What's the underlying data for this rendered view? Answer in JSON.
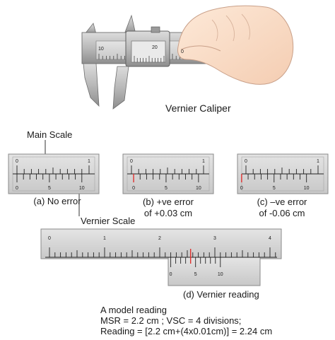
{
  "caliper": {
    "title": "Vernier Caliper",
    "scale_numbers": [
      "10",
      "20",
      "0"
    ]
  },
  "labels": {
    "main_scale": "Main Scale",
    "vernier_scale": "Vernier Scale"
  },
  "panels": [
    {
      "id": "a",
      "caption_lines": [
        "(a) No error"
      ],
      "main_numbers": [
        "0",
        "1"
      ],
      "vernier_numbers": [
        "0",
        "5",
        "10"
      ],
      "vernier_zero_offset_cm": 0.0,
      "zero_marker_color": ""
    },
    {
      "id": "b",
      "caption_lines": [
        "(b) +ve error",
        "of +0.03 cm"
      ],
      "main_numbers": [
        "0",
        "1"
      ],
      "vernier_numbers": [
        "0",
        "5",
        "10"
      ],
      "vernier_zero_offset_cm": 0.03,
      "zero_marker_color": "#e0302e"
    },
    {
      "id": "c",
      "caption_lines": [
        "(c) –ve error",
        "of -0.06 cm"
      ],
      "main_numbers": [
        "0",
        "1"
      ],
      "vernier_numbers": [
        "0",
        "5",
        "10"
      ],
      "vernier_zero_offset_cm": -0.06,
      "zero_marker_color": "#e0302e"
    }
  ],
  "reading_panel": {
    "caption": "(d) Vernier reading",
    "main_numbers": [
      "0",
      "1",
      "2",
      "3",
      "4"
    ],
    "vernier_numbers": [
      "0",
      "5",
      "10"
    ],
    "vernier_zero_position_cm": 2.2,
    "coinciding_division": 4,
    "marker_color": "#e0302e"
  },
  "model_reading": {
    "heading": "A model reading",
    "line1": "MSR = 2.2 cm ; VSC = 4 divisions;",
    "line2": "Reading = [2.2 cm+(4x0.01cm)] = 2.24 cm"
  }
}
